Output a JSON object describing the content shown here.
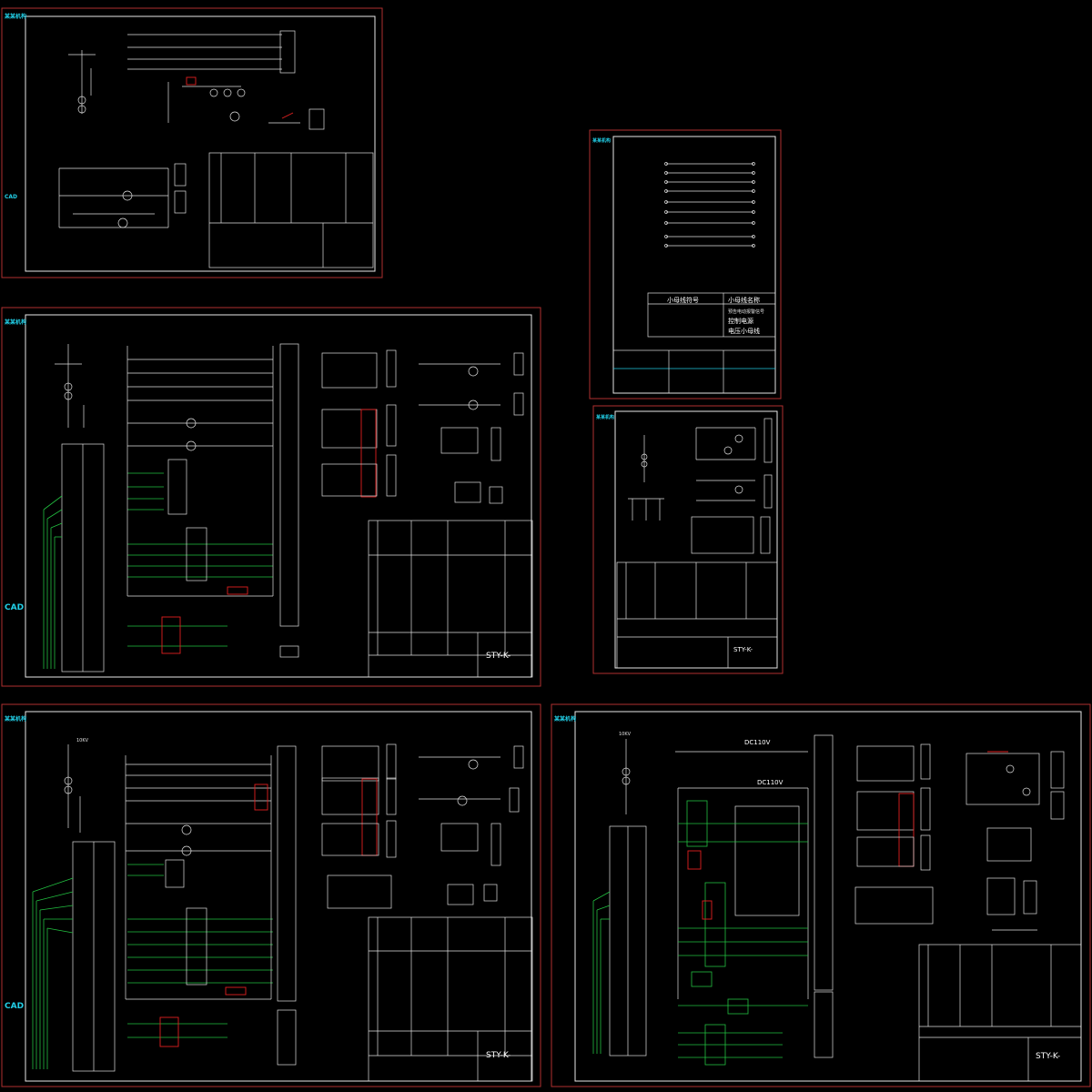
{
  "colors": {
    "background": "#000000",
    "sheet_border": "#b03030",
    "frame": "#e8e8e8",
    "wire": "#e0e0e0",
    "green_wire": "#22c040",
    "red_box": "#e02020",
    "cyan_text": "#22d0e8"
  },
  "sheets": [
    {
      "label_tag": "某某机构",
      "drawing_code": "",
      "side_labels": [
        "CAD"
      ]
    },
    {
      "label_tag": "某某机构",
      "drawing_code": "STY-K-",
      "side_labels": [
        "CAD"
      ]
    },
    {
      "label_tag": "某某机构",
      "drawing_code": "",
      "side_labels": []
    },
    {
      "label_tag": "某某机构",
      "drawing_code": "STY-K-",
      "side_labels": []
    },
    {
      "label_tag": "某某机构",
      "drawing_code": "STY-K-",
      "side_labels": [
        "CAD"
      ]
    },
    {
      "label_tag": "某某机构",
      "drawing_code": "STY-K-",
      "side_labels": []
    }
  ],
  "bus_table": {
    "headers": [
      "小母线符号",
      "小母线名称"
    ],
    "rows": [
      {
        "symbol": "",
        "name": "预告电动报警信号"
      },
      {
        "symbol": "",
        "name": "控制电源"
      },
      {
        "symbol": "",
        "name": "电压小母线"
      }
    ]
  },
  "voltage_labels": {
    "dc1": "DC110V",
    "dc2": "DC110V",
    "hv1": "10KV",
    "hv2": "10KV"
  }
}
